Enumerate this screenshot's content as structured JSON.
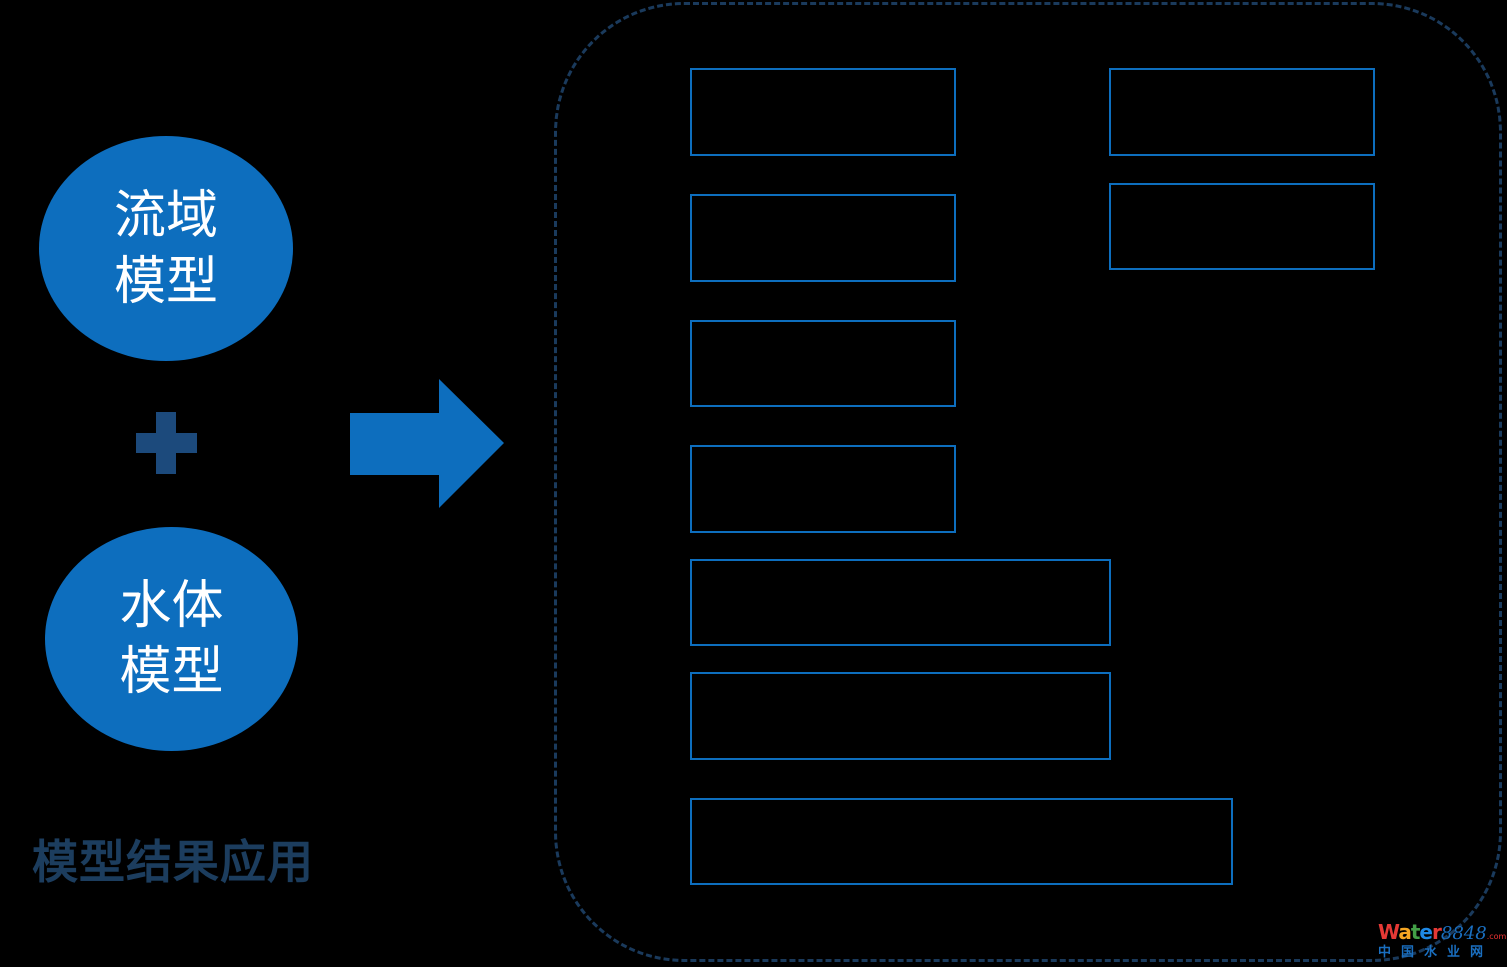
{
  "left": {
    "circle_top": "流域模型",
    "circle_bottom": "水体模型",
    "title": "模型结果应用"
  },
  "colors": {
    "accent": "#0d6ebe",
    "dark": "#1c3d5e",
    "frame": "#1a3a5c"
  },
  "boxes": [
    "",
    "",
    "",
    "",
    "",
    "",
    "",
    "",
    ""
  ],
  "watermark": {
    "brand": "Water",
    "number": "8848",
    ".com": ".com",
    "cn": "中国水业网"
  }
}
